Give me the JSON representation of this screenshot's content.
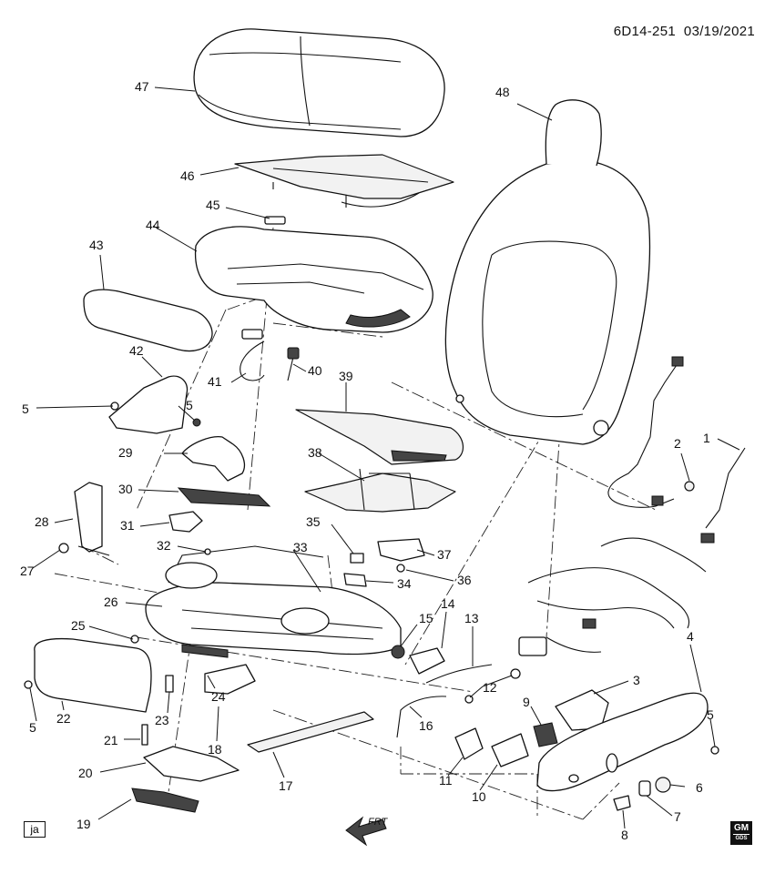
{
  "header": {
    "code": "6D14‑251",
    "date": "03/19/2021"
  },
  "corner_label": "ja",
  "logo": {
    "line1": "GM",
    "line2": "GDS"
  },
  "arrow_label": "FRT",
  "callouts": [
    "1",
    "2",
    "3",
    "4",
    "5",
    "6",
    "7",
    "8",
    "9",
    "10",
    "11",
    "12",
    "13",
    "14",
    "15",
    "16",
    "17",
    "18",
    "19",
    "20",
    "21",
    "22",
    "23",
    "24",
    "25",
    "26",
    "27",
    "28",
    "29",
    "30",
    "31",
    "32",
    "33",
    "34",
    "35",
    "36",
    "37",
    "38",
    "39",
    "40",
    "41",
    "42",
    "43",
    "44",
    "45",
    "46",
    "47",
    "48",
    "5",
    "5",
    "5"
  ]
}
